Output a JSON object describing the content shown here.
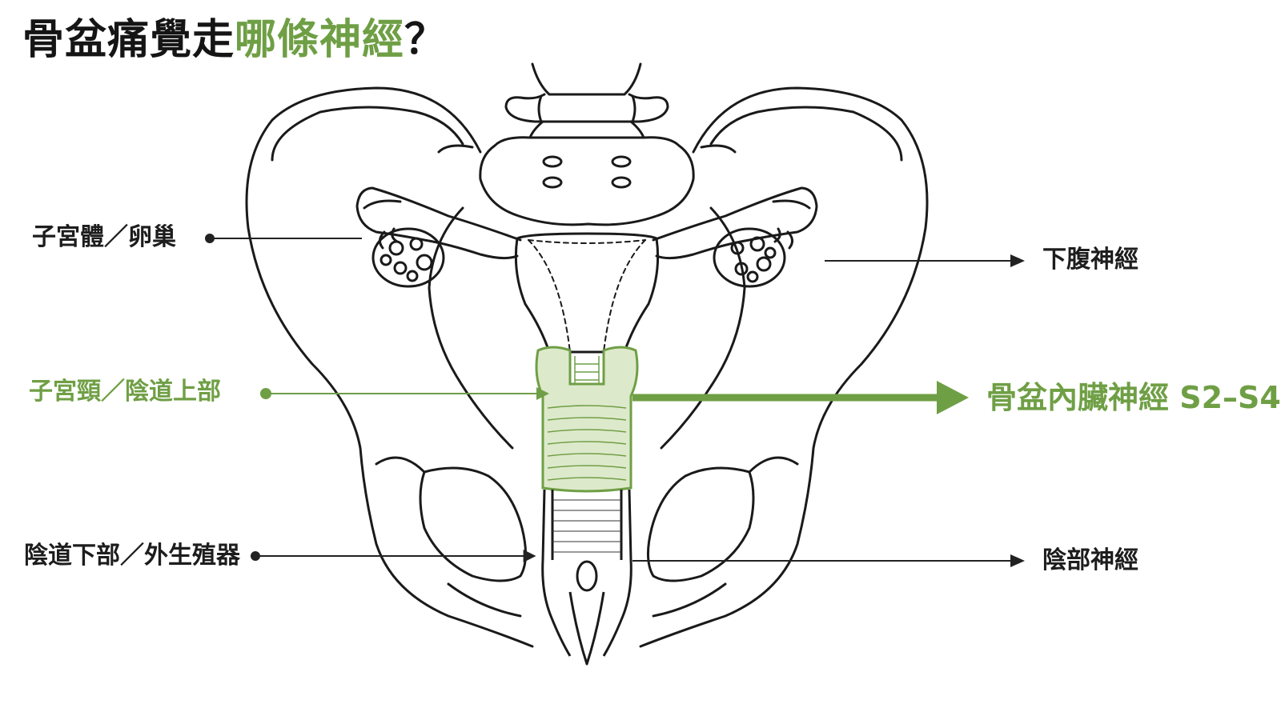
{
  "title": {
    "part1": "骨盆痛覺走",
    "part2": "哪條神經",
    "part3": "？"
  },
  "labels": {
    "uterus_ovary": "子宮體／卵巢",
    "cervix_upper_vagina": "子宮頸／陰道上部",
    "lower_vagina_genitals": "陰道下部／外生殖器",
    "hypogastric_nerve": "下腹神經",
    "pelvic_splanchnic_nerve": "骨盆內臟神經 S2–S4",
    "pudendal_nerve": "陰部神經"
  },
  "colors": {
    "accent": "#6f9f45",
    "highlight_fill": "#dde9cb",
    "ink": "#1d1d1d",
    "line": "#222222"
  }
}
